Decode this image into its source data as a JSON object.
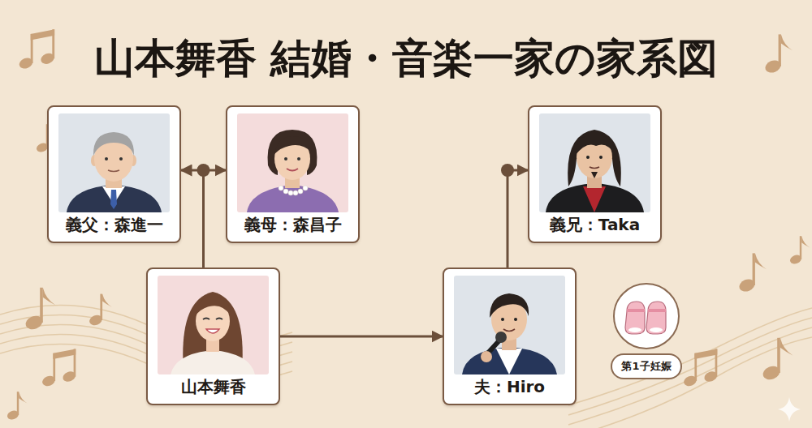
{
  "diagram": {
    "title": "山本舞香 結婚・音楽一家の家系図",
    "nodes": [
      {
        "text": [
          "義父：森進一"
        ]
      },
      {
        "text": [
          "義母：森昌子"
        ]
      },
      {
        "text": [
          "義兄：Taka"
        ]
      },
      {
        "text": [
          "山本舞香"
        ]
      },
      {
        "text": [
          "夫：Hiro"
        ]
      },
      {
        "text": [
          "第1子妊娠"
        ]
      }
    ],
    "edges": [
      {
        "from": 3,
        "to": 0,
        "arrow": "to"
      },
      {
        "from": 3,
        "to": 1,
        "arrow": "to"
      },
      {
        "from": 3,
        "to": 4,
        "arrow": "to"
      },
      {
        "from": 4,
        "to": 2,
        "arrow": "to"
      }
    ]
  }
}
